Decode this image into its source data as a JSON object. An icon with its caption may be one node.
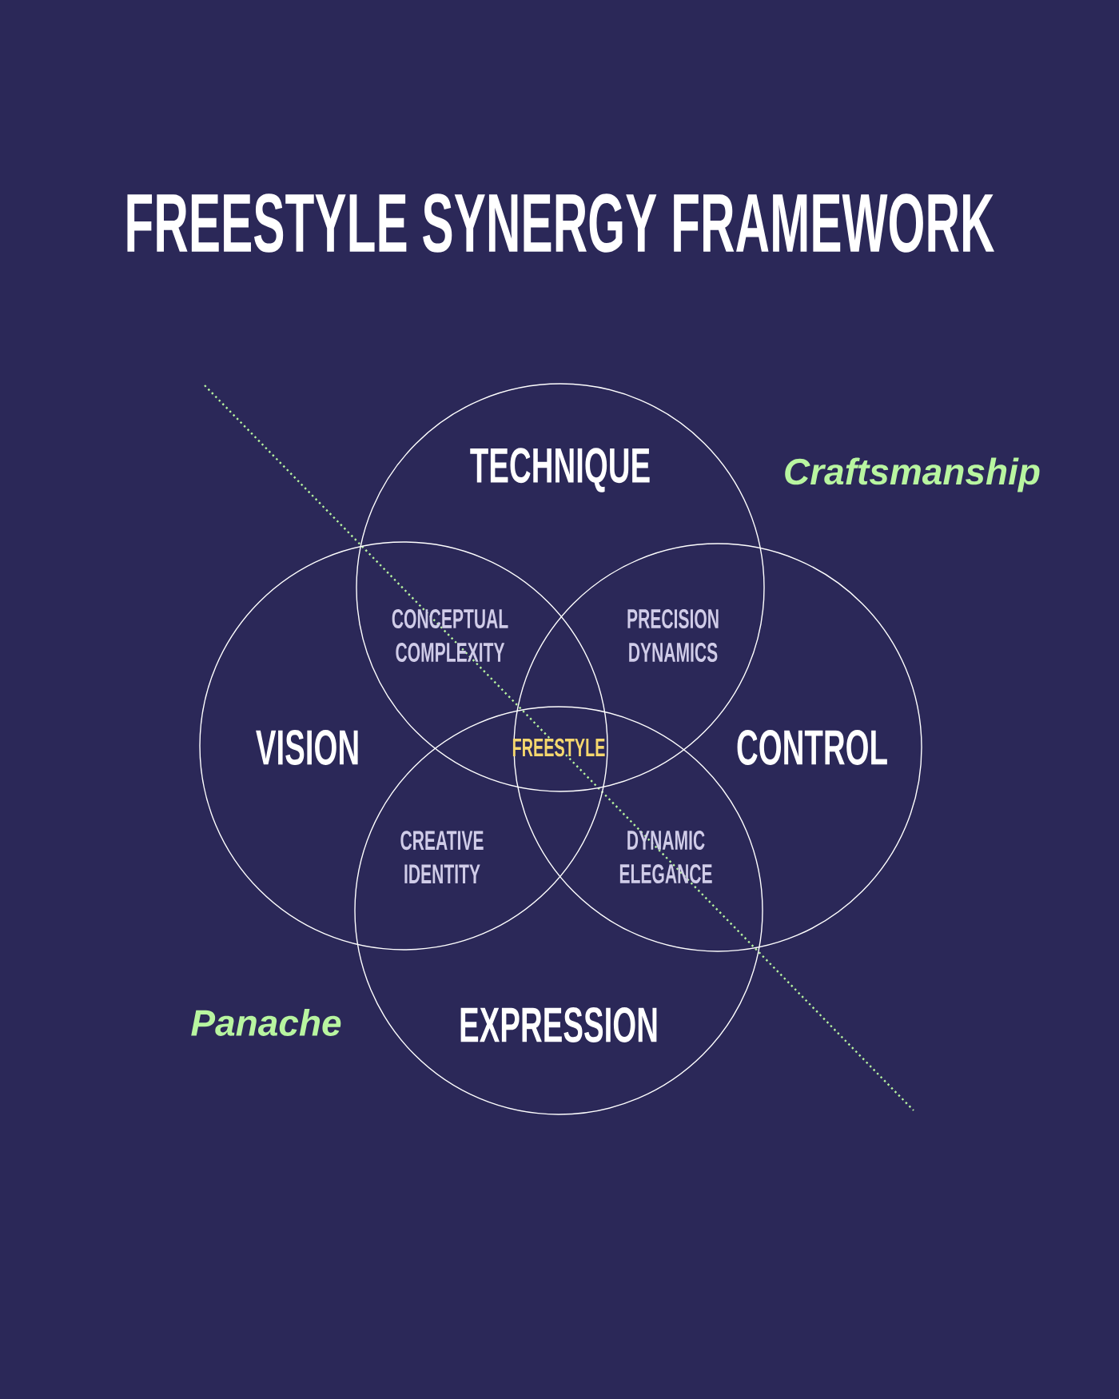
{
  "diagram": {
    "title": "FREESTYLE SYNERGY FRAMEWORK",
    "nodes": [
      {
        "text": [
          "TECHNIQUE"
        ]
      },
      {
        "text": [
          "VISION"
        ]
      },
      {
        "text": [
          "CONTROL"
        ]
      },
      {
        "text": [
          "EXPRESSION"
        ]
      }
    ],
    "labels": [
      "Craftsmanship",
      "CONCEPTUAL COMPLEXITY",
      "PRECISION DYNAMICS",
      "FREESTYLE",
      "CREATIVE IDENTITY",
      "DYNAMIC ELEGANCE",
      "Panache"
    ]
  }
}
